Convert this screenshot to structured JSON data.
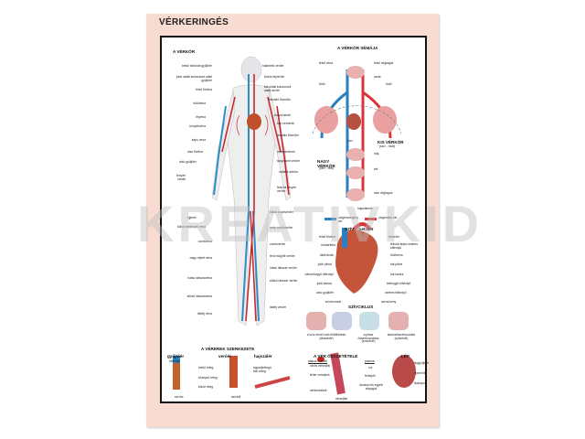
{
  "title": "VÉRKERINGÉS",
  "watermark": "KREATIVKID",
  "body_section": {
    "title": "A VÉRKÖR",
    "left_labels": [
      "belső torkolati gyűjtőér",
      "jobb oldali kulcscsont alatti gyűjtőér",
      "felső fővéna",
      "tüdővéna",
      "fejvéna",
      "könyökvéna",
      "kapu véna",
      "alsó fővéna",
      "alsó gyűjtőér",
      "tenyéri vénák",
      "ujjerek",
      "külső medencei véna",
      "combvéna",
      "nagy rejtett véna",
      "hátsó lábszárvéna",
      "elülső lábszárvéna",
      "lábfej véna"
    ],
    "right_labels": [
      "halántéki verőér",
      "közös fejverőér",
      "bal oldali kulcscsont alatti verőér",
      "felszálló főverőér",
      "koszorúerek",
      "kari verőerek",
      "leszálló főverőér",
      "veseverőerek",
      "singcsonti verőér",
      "radiális artéria",
      "felszíni tenyéri verőér",
      "külső csípőverőér",
      "mély combverőér",
      "combverőér",
      "térd mögötti verőér",
      "hátsó lábszár verőér",
      "elülső lábszár verőér",
      "lábfej verőér"
    ]
  },
  "schema": {
    "title": "A VÉRKÖR SÉMÁJA",
    "labels": [
      "felső véna",
      "felső végtagok",
      "aorta",
      "tüdő",
      "tüdő",
      "szív",
      "máj",
      "bél",
      "alsó végtagok"
    ],
    "small_circle": "KIS VÉRKÖR",
    "small_circle_sub": "(szív - tüdő)",
    "large_circle": "NAGY VÉRKÖR",
    "large_circle_sub": "(szív - test)",
    "capillaries": "hajszálerek",
    "legend": [
      {
        "label": "oxigénszegény vér",
        "color": "#2a7fc1"
      },
      {
        "label": "oxigéndús vér",
        "color": "#d8343a"
      }
    ]
  },
  "heart": {
    "title": "SZÍV - metszet",
    "left_labels": [
      "felső fővéna",
      "tüdőartéria",
      "tüdővénák",
      "jobb pitvar",
      "háromhegyű billentyű",
      "jobb kamra",
      "alsó gyűjtőér",
      "szívizomzat"
    ],
    "right_labels": [
      "főverőér",
      "félhold alakú zsebes billentyű",
      "tüdővéna",
      "bal pitvar",
      "bal kamra",
      "kéthegyű billentyű",
      "zsebes billentyű",
      "szívsövény"
    ]
  },
  "cycle": {
    "title": "SZÍVCIKLUS",
    "captions": [
      "a szív vérrel való feltöltődése (diasztolé)",
      "a pitvar összehúzódása (szisztolé)",
      "kamraösszehúzódás (szisztolé)"
    ]
  },
  "vessels": {
    "title": "A VÉREREK SZERKEZETE",
    "vein": "gyűjtőér",
    "artery": "verőér",
    "capillary": "hajszálér",
    "valve": "billentyű",
    "layers": [
      "belső réteg",
      "középső réteg",
      "külső réteg"
    ],
    "capillary_layer": "egysejtrétegű falú réteg",
    "to_heart": "szívbe",
    "from_heart": "szívből"
  },
  "blood": {
    "title": "A VÉR ÖSSZETÉTELE",
    "cells_header": "alakos elemek",
    "plasma_header": "plazma",
    "items": [
      "vörös vérsejtek",
      "fehér vérsejtek",
      "vérlemezkék",
      "víz",
      "fehérjék",
      "ásványi és egyéb anyagok",
      "vérsejtek"
    ]
  },
  "spleen": {
    "title": "LÉP",
    "labels": [
      "lépgyűjtőér",
      "lépverőér",
      "lépkapu"
    ]
  }
}
